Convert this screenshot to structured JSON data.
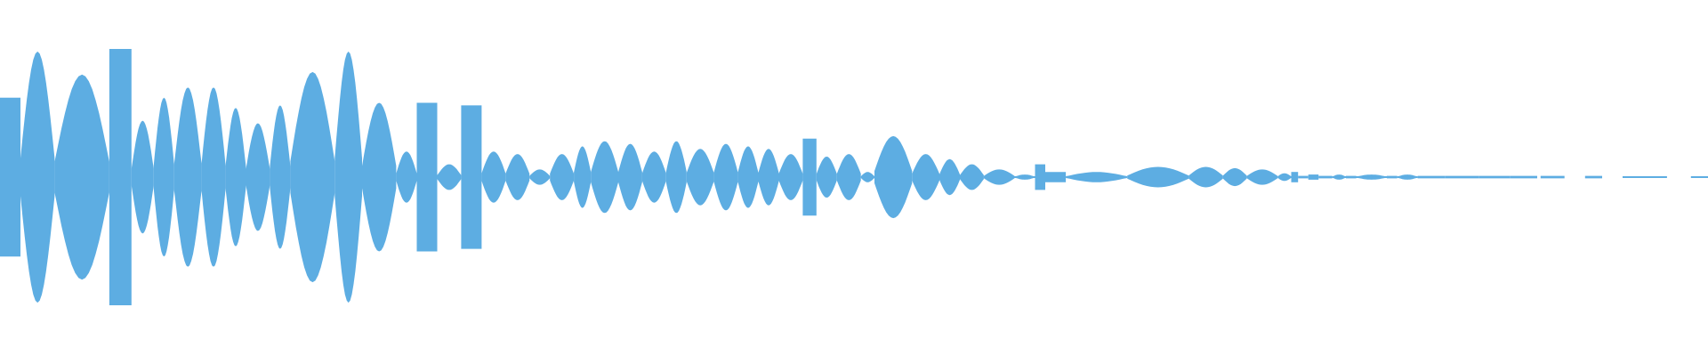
{
  "waveform": {
    "color": "#5dade2",
    "background": "#ffffff",
    "segments": [
      {
        "start": 0.0,
        "end": 0.012,
        "peak": 0.62,
        "shape": "flat"
      },
      {
        "start": 0.012,
        "end": 0.032,
        "peak": 0.98,
        "shape": "dome"
      },
      {
        "start": 0.032,
        "end": 0.064,
        "peak": 0.8,
        "shape": "dome"
      },
      {
        "start": 0.064,
        "end": 0.077,
        "peak": 1.0,
        "shape": "flat"
      },
      {
        "start": 0.077,
        "end": 0.09,
        "peak": 0.44,
        "shape": "dome"
      },
      {
        "start": 0.09,
        "end": 0.102,
        "peak": 0.62,
        "shape": "dome"
      },
      {
        "start": 0.102,
        "end": 0.118,
        "peak": 0.7,
        "shape": "dome"
      },
      {
        "start": 0.118,
        "end": 0.132,
        "peak": 0.7,
        "shape": "dome"
      },
      {
        "start": 0.132,
        "end": 0.144,
        "peak": 0.54,
        "shape": "dome"
      },
      {
        "start": 0.144,
        "end": 0.158,
        "peak": 0.42,
        "shape": "dome"
      },
      {
        "start": 0.158,
        "end": 0.17,
        "peak": 0.56,
        "shape": "dome"
      },
      {
        "start": 0.17,
        "end": 0.196,
        "peak": 0.82,
        "shape": "dome"
      },
      {
        "start": 0.196,
        "end": 0.212,
        "peak": 0.98,
        "shape": "dome"
      },
      {
        "start": 0.212,
        "end": 0.232,
        "peak": 0.58,
        "shape": "dome"
      },
      {
        "start": 0.232,
        "end": 0.244,
        "peak": 0.2,
        "shape": "dome"
      },
      {
        "start": 0.244,
        "end": 0.256,
        "peak": 0.58,
        "shape": "flat"
      },
      {
        "start": 0.256,
        "end": 0.27,
        "peak": 0.1,
        "shape": "dome"
      },
      {
        "start": 0.27,
        "end": 0.282,
        "peak": 0.56,
        "shape": "flat"
      },
      {
        "start": 0.282,
        "end": 0.296,
        "peak": 0.2,
        "shape": "dome"
      },
      {
        "start": 0.296,
        "end": 0.31,
        "peak": 0.18,
        "shape": "dome"
      },
      {
        "start": 0.31,
        "end": 0.322,
        "peak": 0.06,
        "shape": "dome"
      },
      {
        "start": 0.322,
        "end": 0.336,
        "peak": 0.18,
        "shape": "dome"
      },
      {
        "start": 0.336,
        "end": 0.346,
        "peak": 0.24,
        "shape": "dome"
      },
      {
        "start": 0.346,
        "end": 0.362,
        "peak": 0.28,
        "shape": "dome"
      },
      {
        "start": 0.362,
        "end": 0.376,
        "peak": 0.26,
        "shape": "dome"
      },
      {
        "start": 0.376,
        "end": 0.39,
        "peak": 0.2,
        "shape": "dome"
      },
      {
        "start": 0.39,
        "end": 0.402,
        "peak": 0.28,
        "shape": "dome"
      },
      {
        "start": 0.402,
        "end": 0.418,
        "peak": 0.22,
        "shape": "dome"
      },
      {
        "start": 0.418,
        "end": 0.432,
        "peak": 0.26,
        "shape": "dome"
      },
      {
        "start": 0.432,
        "end": 0.444,
        "peak": 0.24,
        "shape": "dome"
      },
      {
        "start": 0.444,
        "end": 0.456,
        "peak": 0.22,
        "shape": "dome"
      },
      {
        "start": 0.456,
        "end": 0.47,
        "peak": 0.18,
        "shape": "dome"
      },
      {
        "start": 0.47,
        "end": 0.478,
        "peak": 0.3,
        "shape": "flat"
      },
      {
        "start": 0.478,
        "end": 0.49,
        "peak": 0.16,
        "shape": "dome"
      },
      {
        "start": 0.49,
        "end": 0.504,
        "peak": 0.18,
        "shape": "dome"
      },
      {
        "start": 0.504,
        "end": 0.512,
        "peak": 0.04,
        "shape": "dome"
      },
      {
        "start": 0.512,
        "end": 0.534,
        "peak": 0.32,
        "shape": "dome"
      },
      {
        "start": 0.534,
        "end": 0.55,
        "peak": 0.18,
        "shape": "dome"
      },
      {
        "start": 0.55,
        "end": 0.562,
        "peak": 0.14,
        "shape": "dome"
      },
      {
        "start": 0.562,
        "end": 0.576,
        "peak": 0.1,
        "shape": "dome"
      },
      {
        "start": 0.576,
        "end": 0.594,
        "peak": 0.06,
        "shape": "dome"
      },
      {
        "start": 0.594,
        "end": 0.606,
        "peak": 0.02,
        "shape": "dome"
      },
      {
        "start": 0.606,
        "end": 0.612,
        "peak": 0.1,
        "shape": "flat"
      },
      {
        "start": 0.612,
        "end": 0.624,
        "peak": 0.04,
        "shape": "flat"
      },
      {
        "start": 0.624,
        "end": 0.66,
        "peak": 0.04,
        "shape": "dome"
      },
      {
        "start": 0.66,
        "end": 0.696,
        "peak": 0.08,
        "shape": "dome"
      },
      {
        "start": 0.696,
        "end": 0.716,
        "peak": 0.08,
        "shape": "dome"
      },
      {
        "start": 0.716,
        "end": 0.73,
        "peak": 0.07,
        "shape": "dome"
      },
      {
        "start": 0.73,
        "end": 0.748,
        "peak": 0.06,
        "shape": "dome"
      },
      {
        "start": 0.748,
        "end": 0.756,
        "peak": 0.03,
        "shape": "dome"
      },
      {
        "start": 0.756,
        "end": 0.76,
        "peak": 0.04,
        "shape": "flat"
      },
      {
        "start": 0.76,
        "end": 0.766,
        "peak": 0.01,
        "shape": "flat"
      },
      {
        "start": 0.766,
        "end": 0.772,
        "peak": 0.02,
        "shape": "flat"
      },
      {
        "start": 0.772,
        "end": 0.78,
        "peak": 0.01,
        "shape": "flat"
      },
      {
        "start": 0.78,
        "end": 0.788,
        "peak": 0.02,
        "shape": "dome"
      },
      {
        "start": 0.788,
        "end": 0.794,
        "peak": 0.01,
        "shape": "flat"
      },
      {
        "start": 0.794,
        "end": 0.812,
        "peak": 0.02,
        "shape": "dome"
      },
      {
        "start": 0.812,
        "end": 0.818,
        "peak": 0.01,
        "shape": "flat"
      },
      {
        "start": 0.818,
        "end": 0.83,
        "peak": 0.02,
        "shape": "dome"
      },
      {
        "start": 0.83,
        "end": 0.846,
        "peak": 0.01,
        "shape": "flat"
      },
      {
        "start": 0.846,
        "end": 0.866,
        "peak": 0.01,
        "shape": "flat"
      },
      {
        "start": 0.866,
        "end": 0.884,
        "peak": 0.01,
        "shape": "flat"
      },
      {
        "start": 0.884,
        "end": 0.9,
        "peak": 0.01,
        "shape": "flat"
      },
      {
        "start": 0.902,
        "end": 0.916,
        "peak": 0.01,
        "shape": "flat"
      },
      {
        "start": 0.928,
        "end": 0.938,
        "peak": 0.01,
        "shape": "flat"
      },
      {
        "start": 0.95,
        "end": 0.976,
        "peak": 0.005,
        "shape": "flat"
      },
      {
        "start": 0.99,
        "end": 1.0,
        "peak": 0.005,
        "shape": "flat"
      }
    ]
  }
}
